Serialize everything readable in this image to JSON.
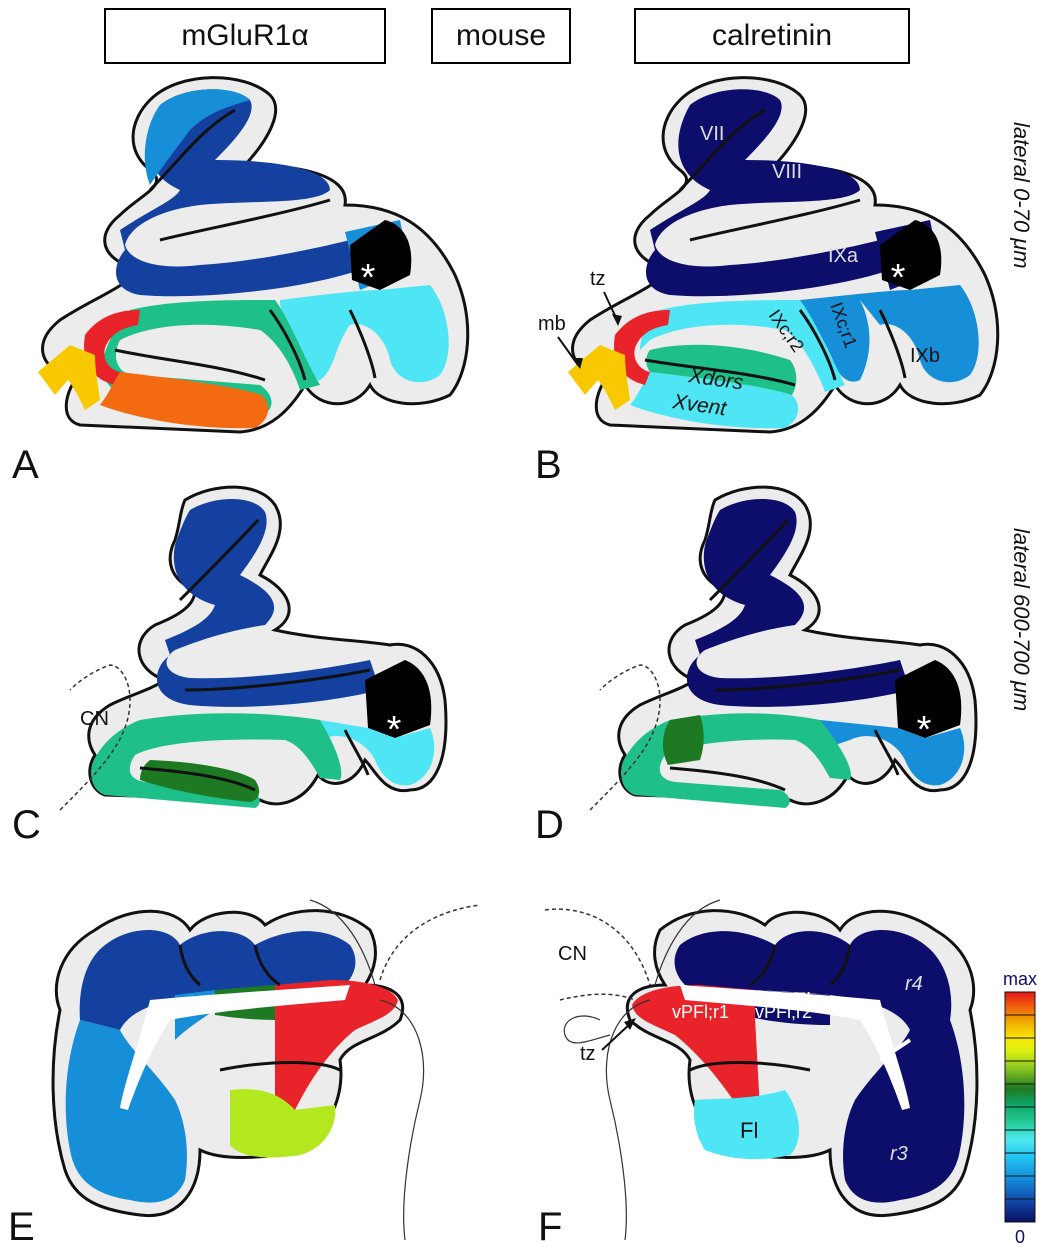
{
  "header": {
    "left": "mGluR1α",
    "center": "mouse",
    "right": "calretinin"
  },
  "side_labels": {
    "top": "lateral 0-70 μm",
    "middle": "lateral 600-700 μm"
  },
  "panels": {
    "A": "A",
    "B": "B",
    "C": "C",
    "D": "D",
    "E": "E",
    "F": "F"
  },
  "labels": {
    "vii": "VII",
    "viii": "VIII",
    "ixa": "IXa",
    "ixb": "IXb",
    "ixc_r1": "IXc;r1",
    "ixc_r2": "IXc;r2",
    "xdors": "Xdors",
    "xvent": "Xvent",
    "tz": "tz",
    "mb": "mb",
    "cn": "CN",
    "asterisk": "*",
    "pfl": "PFl",
    "vpfl_r1": "vPFl;r1",
    "vpfl_r2": "vPFl;r2",
    "r3": "r3",
    "r4": "r4",
    "fl": "Fl"
  },
  "scale": {
    "max_label": "max",
    "min_label": "0",
    "colors": [
      "#0a1060",
      "#1040a0",
      "#1060c8",
      "#1488d8",
      "#20c4f0",
      "#50e8f0",
      "#20c890",
      "#10a060",
      "#207a20",
      "#80c020",
      "#b8e820",
      "#f0f000",
      "#f0b000",
      "#f07000",
      "#e82020"
    ]
  },
  "colors": {
    "navy": "#0d0d6b",
    "blue": "#1440a0",
    "mid_blue": "#168fd8",
    "cyan": "#4ee6f5",
    "teal": "#1fbf8a",
    "dark_green": "#1e7a22",
    "lime": "#b4e81e",
    "red": "#e8232a",
    "orange": "#f46a10",
    "yellow": "#f8c800",
    "black": "#000000",
    "gray": "#ececec"
  }
}
